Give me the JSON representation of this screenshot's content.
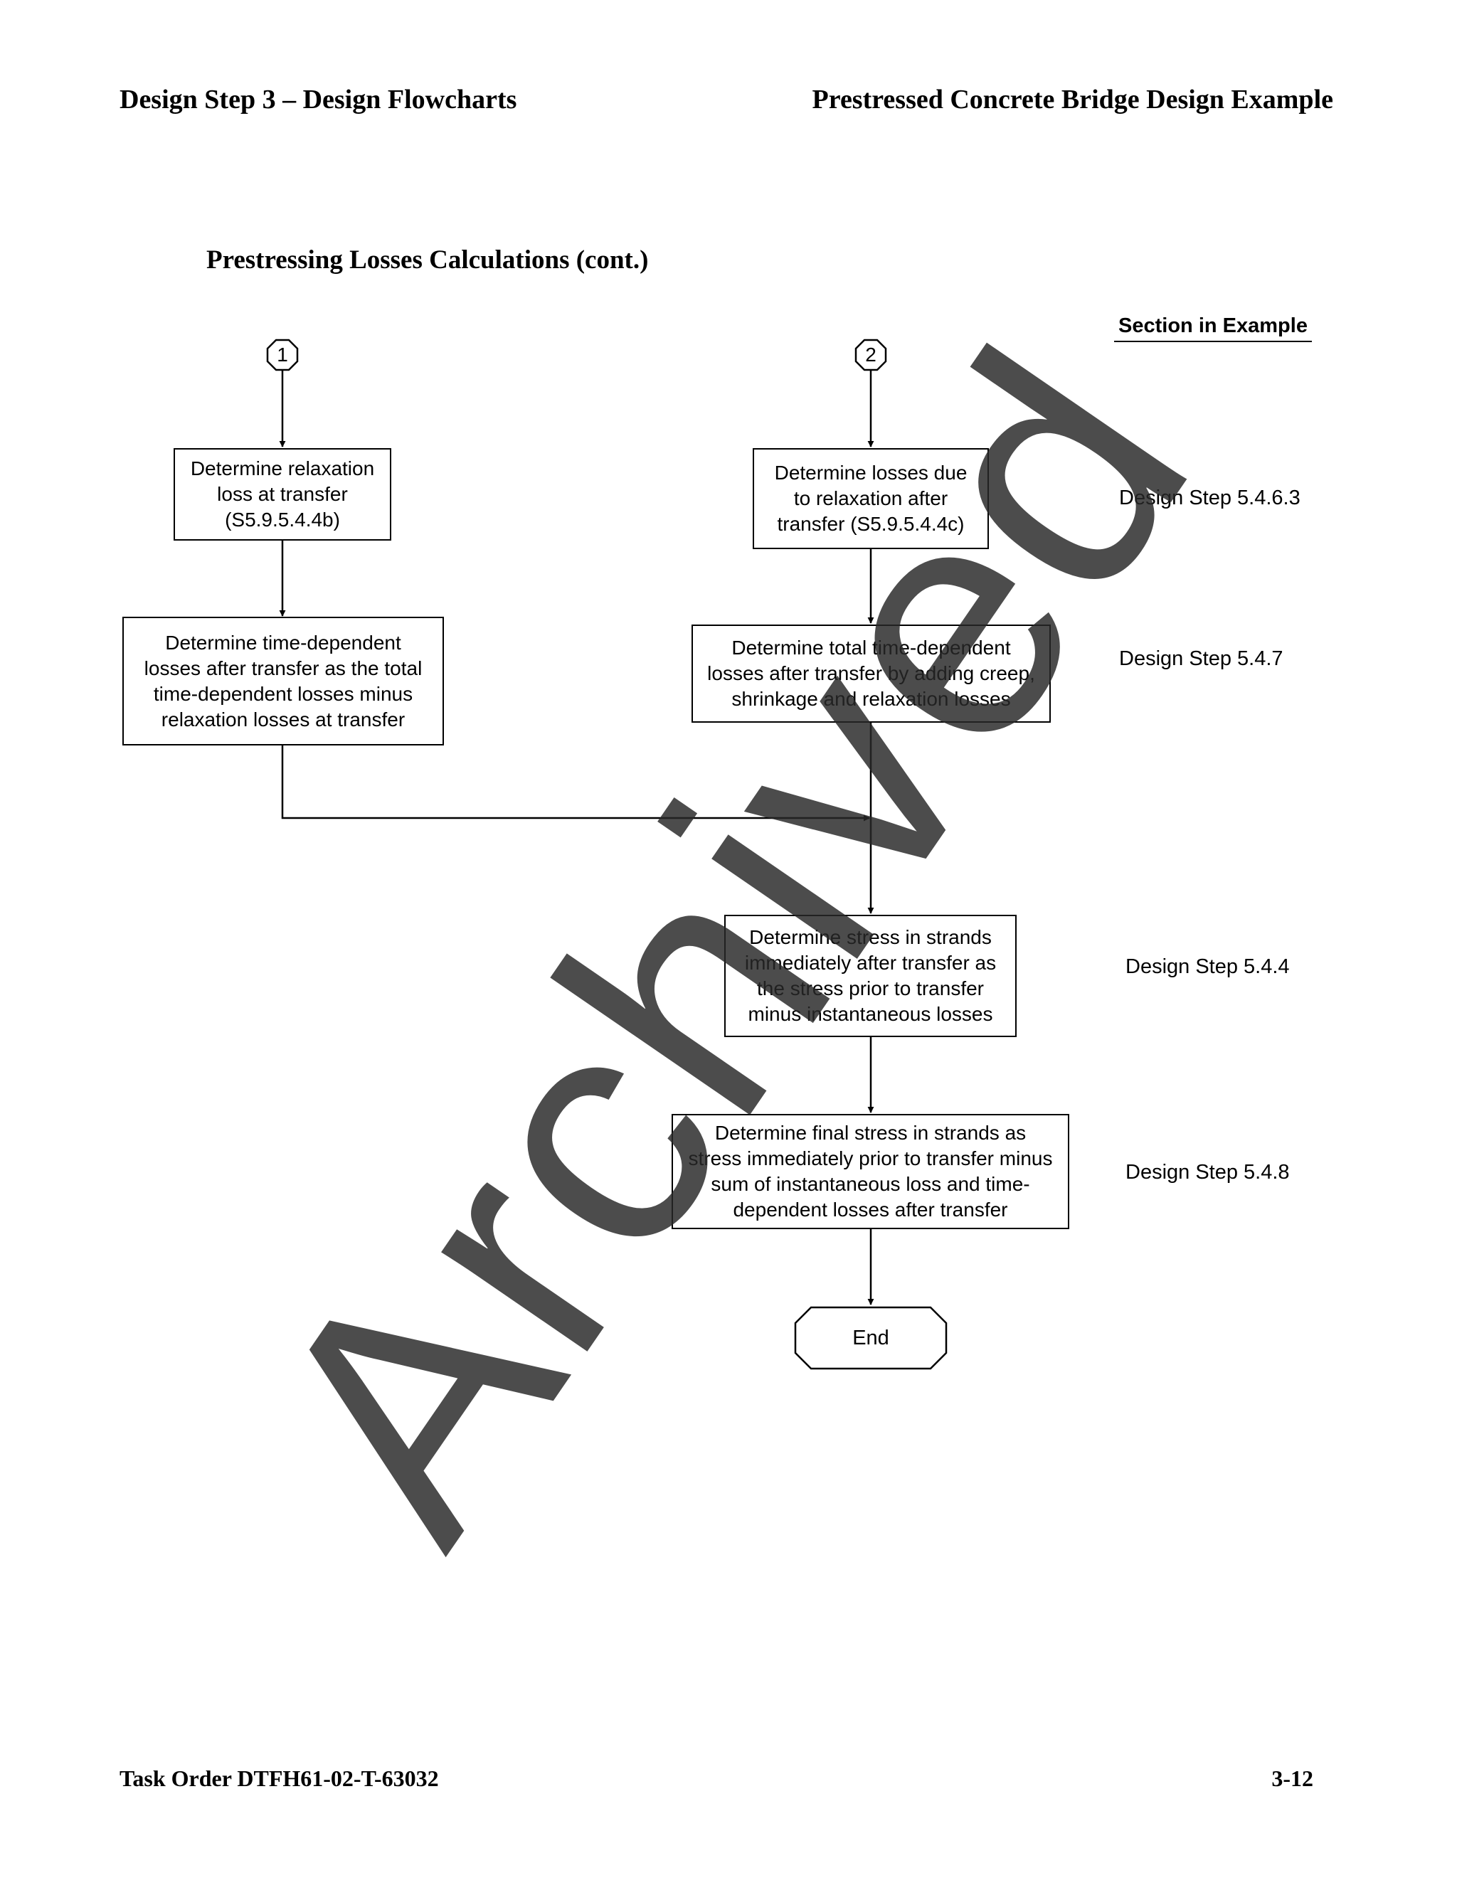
{
  "header": {
    "left": "Design Step 3 – Design Flowcharts",
    "right": "Prestressed Concrete Bridge Design Example"
  },
  "subtitle": "Prestressing Losses Calculations (cont.)",
  "section_heading": "Section in Example",
  "connectors": {
    "c1": "1",
    "c2": "2"
  },
  "boxes": {
    "relax_transfer": "Determine relaxation\nloss at transfer\n(S5.9.5.4.4b)",
    "time_dependent": "Determine time-dependent\nlosses after transfer as the total\ntime-dependent losses minus\nrelaxation losses at transfer",
    "relax_after": "Determine losses due\nto relaxation after\ntransfer (S5.9.5.4.4c)",
    "total_time": "Determine total time-dependent\nlosses after transfer by adding creep,\nshrinkage and relaxation losses",
    "stress_after_transfer": "Determine stress in strands\nimmediately after transfer as\nthe stress prior to transfer\nminus instantaneous losses",
    "final_stress": "Determine final stress in strands as\nstress immediately prior to transfer minus\nsum of instantaneous loss and time-\ndependent losses after transfer"
  },
  "terminator": {
    "end": "End"
  },
  "references": {
    "r1": "Design Step 5.4.6.3",
    "r2": "Design Step 5.4.7",
    "r3": "Design Step 5.4.4",
    "r4": "Design Step 5.4.8"
  },
  "watermark": "Archived",
  "footer": {
    "left": "Task Order DTFH61-02-T-63032",
    "right": "3-12"
  }
}
